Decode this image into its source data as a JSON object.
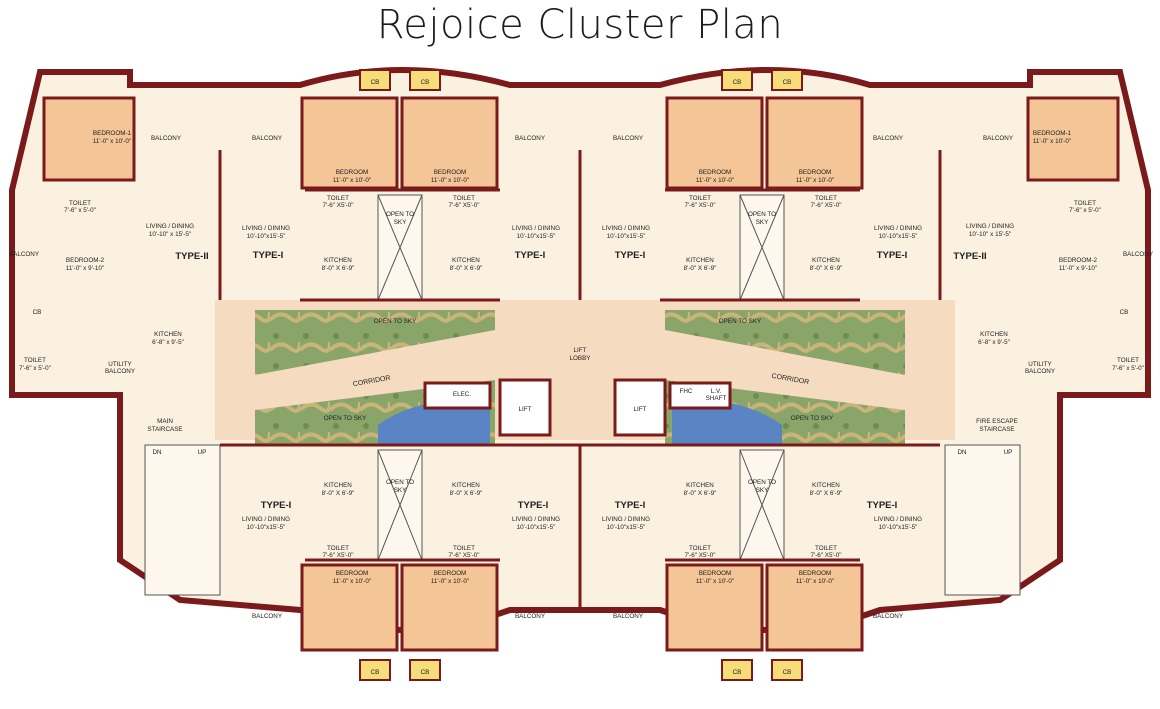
{
  "title": "Rejoice Cluster Plan",
  "labels": {
    "bedroom": "BEDROOM",
    "bedroom1": "BEDROOM-1",
    "bedroom2": "BEDROOM-2",
    "bed_dim": "11'-0\" x 10'-0\"",
    "bed2_dim": "11'-0\" x 9'-10\"",
    "toilet": "TOILET",
    "toilet_dim_a": "7'-6\" X5'-0\"",
    "toilet_dim_b": "7'-6\" x 5'-0\"",
    "kitchen": "KITCHEN",
    "kitchen_dim": "8'-0\" X 6'-9\"",
    "kitchen2_dim": "6'-8\" x 9'-5\"",
    "living": "LIVING / DINING",
    "living_dim": "10'-10\"x15'-5\"",
    "living2_dim": "10'-10\" x 15'-5\"",
    "type_i": "TYPE-I",
    "type_ii": "TYPE-II",
    "balcony": "BALCONY",
    "cb": "CB",
    "open_sky": "OPEN TO SKY",
    "open": "OPEN TO",
    "sky": "SKY",
    "corridor": "CORRIDOR",
    "lift": "LIFT",
    "lift_lobby_1": "LIFT",
    "lift_lobby_2": "LOBBY",
    "elec": "ELEC.",
    "fhc": "FHC",
    "lv_1": "L.V.",
    "lv_2": "SHAFT",
    "utility": "UTILITY",
    "utility_balcony": "BALCONY",
    "main": "MAIN",
    "staircase": "STAIRCASE",
    "fire_escape": "FIRE ESCAPE",
    "dn": "DN",
    "up": "UP"
  },
  "colors": {
    "wall": "#7a1a1a",
    "bedroom_fill": "#f4c596",
    "floor_fill": "#fbf1e1",
    "corridor_fill": "#f5dcc0",
    "garden_green": "#7d9a5e",
    "water": "#5b84c4",
    "balcony_fill": "#ffffff"
  }
}
